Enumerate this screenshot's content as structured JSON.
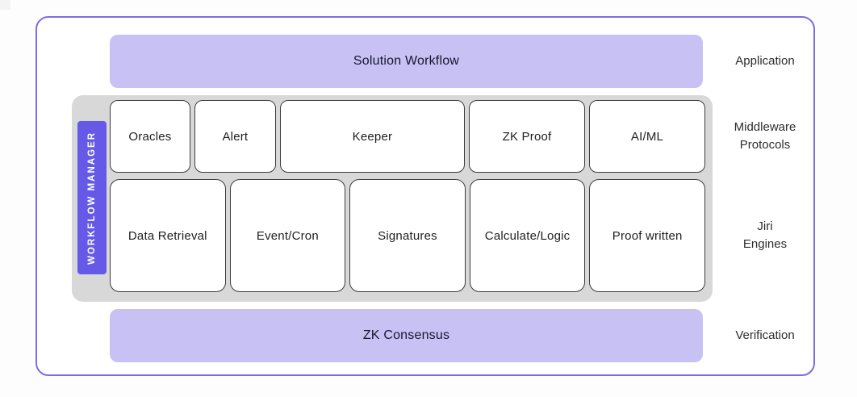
{
  "diagram": {
    "top_banner": {
      "label": "Solution Workflow"
    },
    "bottom_banner": {
      "label": "ZK Consensus"
    },
    "workflow_manager": {
      "label": "WORKFLOW MANAGER"
    },
    "protocols_row": [
      {
        "label": "Oracles"
      },
      {
        "label": "Alert"
      },
      {
        "label": "Keeper"
      },
      {
        "label": "ZK Proof"
      },
      {
        "label": "AI/ML"
      }
    ],
    "engines_row": [
      {
        "label": "Data Retrieval"
      },
      {
        "label": "Event/Cron"
      },
      {
        "label": "Signatures"
      },
      {
        "label": "Calculate/Logic"
      },
      {
        "label": "Proof written"
      }
    ],
    "side_labels": {
      "application": {
        "line1": "Application"
      },
      "middleware": {
        "line1": "Middleware",
        "line2": "Protocols"
      },
      "jiri": {
        "line1": "Jiri",
        "line2": "Engines"
      },
      "verification": {
        "line1": "Verification"
      }
    },
    "colors": {
      "accent_purple": "#6659e8",
      "lavender": "#c7c2f3",
      "outer_border": "#7c6de1",
      "panel_gray": "#d8d8d8",
      "box_border": "#3c3c3c"
    }
  }
}
